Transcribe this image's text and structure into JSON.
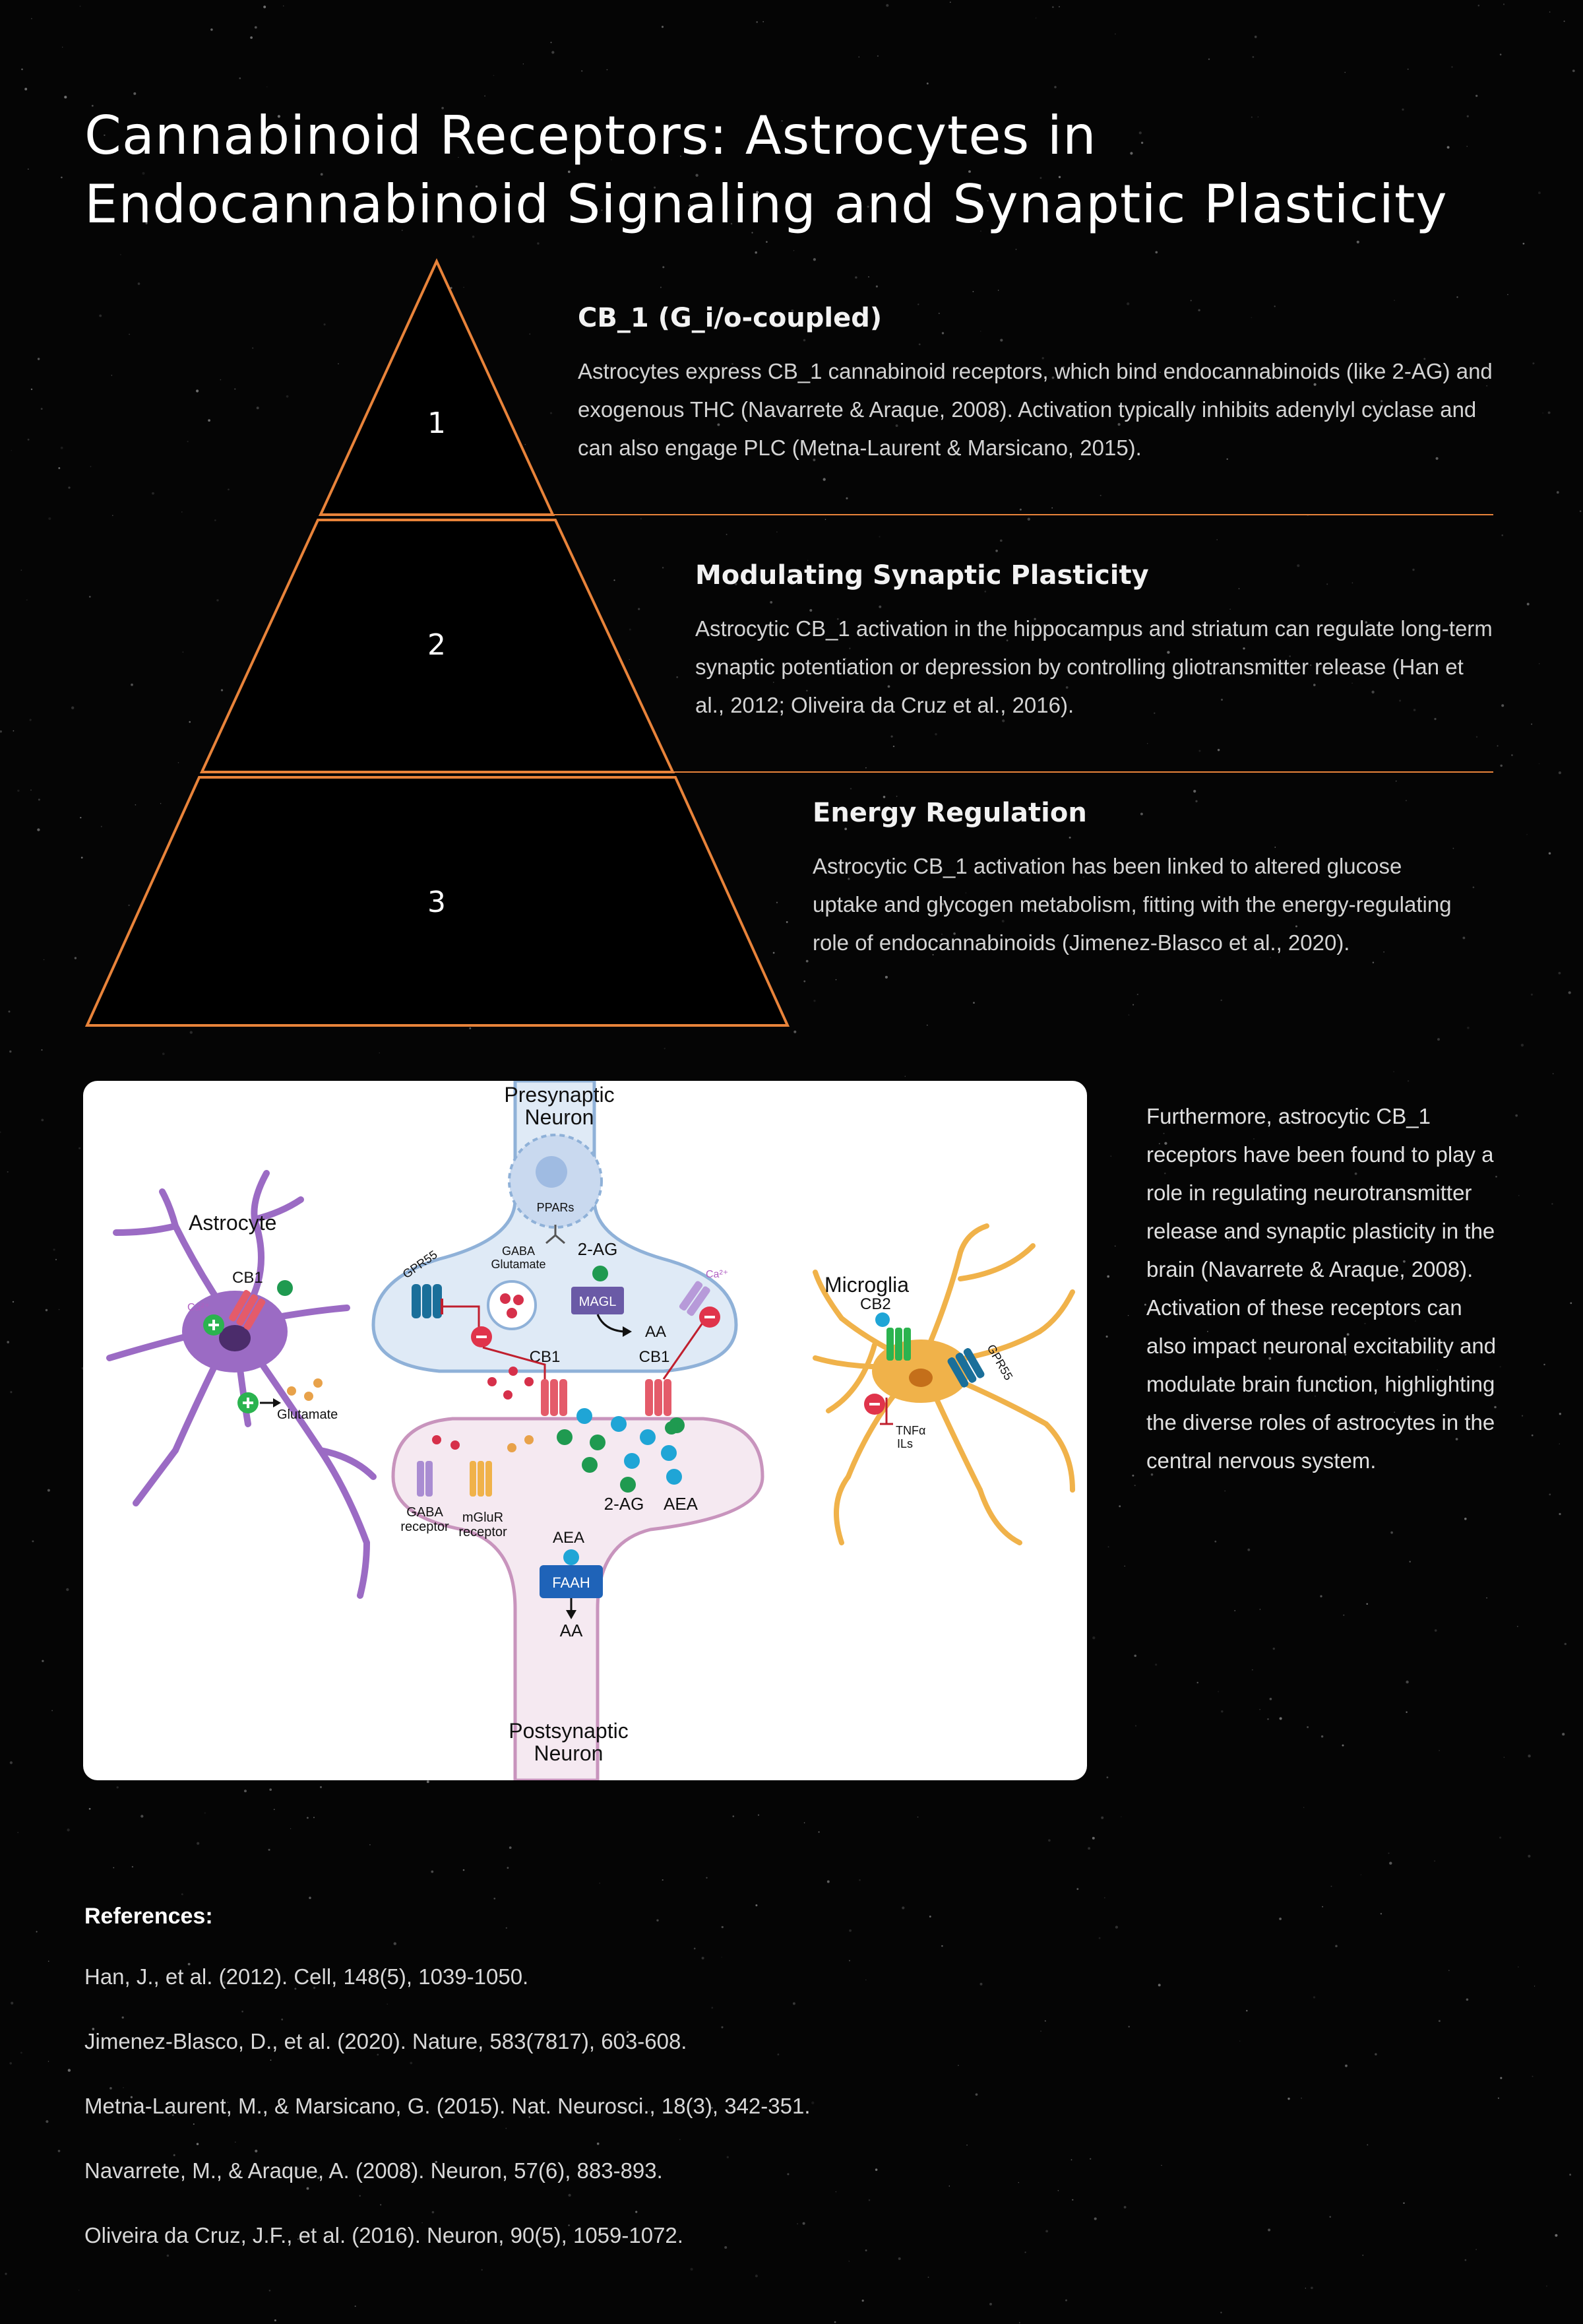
{
  "title": "Cannabinoid Receptors: Astrocytes in Endocannabinoid Signaling and Synaptic Plasticity",
  "colors": {
    "accent": "#e8833a",
    "background": "#050505"
  },
  "pyramid": {
    "levels": [
      {
        "number": "1",
        "heading": "CB_1 (G_i/o-coupled)",
        "text": "Astrocytes express CB_1 cannabinoid receptors, which bind endocannabinoids (like 2-AG) and exogenous THC (Navarrete & Araque, 2008). Activation typically inhibits adenylyl cyclase and can also engage PLC (Metna-Laurent & Marsicano, 2015)."
      },
      {
        "number": "2",
        "heading": "Modulating Synaptic Plasticity",
        "text": "Astrocytic CB_1 activation in the hippocampus and striatum can regulate long-term synaptic potentiation or depression by controlling gliotransmitter release (Han et al., 2012; Oliveira da Cruz et al., 2016)."
      },
      {
        "number": "3",
        "heading": "Energy Regulation",
        "text": "Astrocytic CB_1 activation has been linked to altered glucose uptake and glycogen metabolism, fitting with the energy-regulating role of endocannabinoids (Jimenez-Blasco et al., 2020)."
      }
    ]
  },
  "figure": {
    "presynaptic": "Presynaptic",
    "presynaptic2": "Neuron",
    "postsynaptic": "Postsynaptic",
    "postsynaptic2": "Neuron",
    "astrocyte": "Astrocyte",
    "microglia": "Microglia",
    "ppars": "PPARs",
    "gaba_glutamate_1": "GABA",
    "gaba_glutamate_2": "Glutamate",
    "two_ag_top": "2-AG",
    "magl": "MAGL",
    "aa_top": "AA",
    "gpr55_left": "GPR55",
    "gpr55_right": "GPR55",
    "cb1_pre_left": "CB1",
    "cb1_pre_right": "CB1",
    "cb1_astro": "CB1",
    "ca_astro": "Ca²⁺",
    "ca_pre": "Ca²⁺",
    "glutamate": "Glutamate",
    "cb2": "CB2",
    "tnfa": "TNFα",
    "ils": "ILs",
    "two_ag_bottom": "2-AG",
    "aea_bottom": "AEA",
    "gaba_receptor_1": "GABA",
    "gaba_receptor_2": "receptor",
    "mglur_1": "mGluR",
    "mglur_2": "receptor",
    "aea_post": "AEA",
    "faah": "FAAH",
    "aa_post": "AA"
  },
  "side_text": "Furthermore, astrocytic CB_1 receptors have been found to play a role in regulating neurotransmitter release and synaptic plasticity in the brain (Navarrete & Araque, 2008). Activation of these receptors can also impact neuronal excitability and modulate brain function, highlighting the diverse roles of astrocytes in the central nervous system.",
  "references": {
    "heading": "References:",
    "items": [
      "Han, J., et al. (2012). Cell, 148(5), 1039-1050.",
      "Jimenez-Blasco, D., et al. (2020). Nature, 583(7817), 603-608.",
      "Metna-Laurent, M., & Marsicano, G. (2015). Nat. Neurosci., 18(3), 342-351.",
      "Navarrete, M., & Araque, A. (2008). Neuron, 57(6), 883-893.",
      "Oliveira da Cruz, J.F., et al. (2016). Neuron, 90(5), 1059-1072."
    ]
  }
}
